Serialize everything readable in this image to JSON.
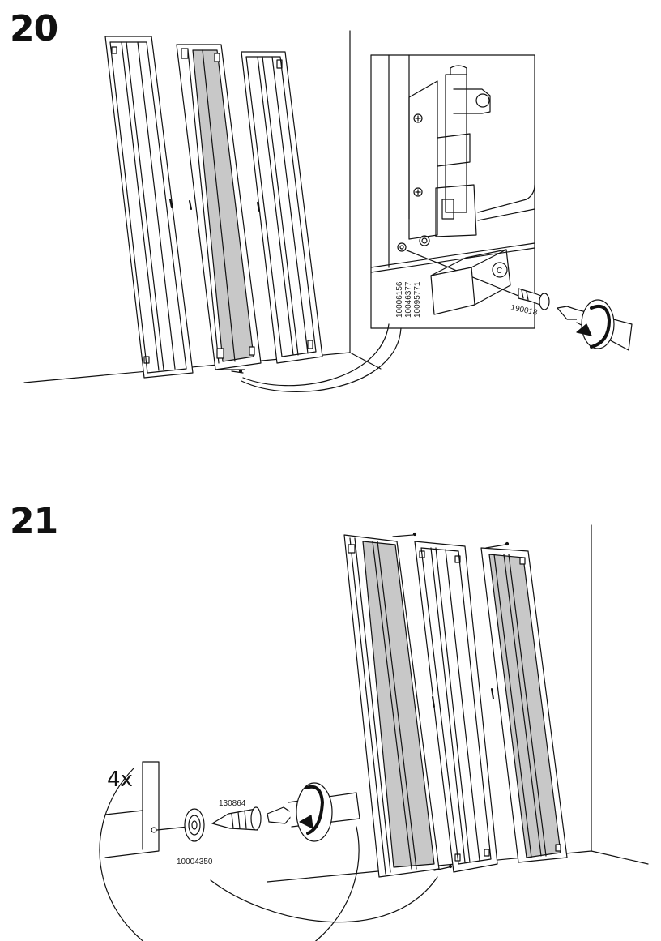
{
  "step_20": {
    "number": "20",
    "hinge_detail": {
      "label_bags": [
        "10006156",
        "10046377",
        "10095771"
      ],
      "screw_part": "190018",
      "cover_letter": "C"
    }
  },
  "step_21": {
    "number": "21",
    "detail": {
      "quantity": "4x",
      "screw_part": "130864",
      "cap_part": "10004350"
    }
  },
  "colors": {
    "ink": "#111111",
    "panel_fill": "#c8c8c8",
    "background": "#ffffff"
  },
  "icons": [
    "screwdriver-icon",
    "rotation-arrow-icon",
    "screw-icon",
    "hinge-icon",
    "cover-cap-icon"
  ]
}
